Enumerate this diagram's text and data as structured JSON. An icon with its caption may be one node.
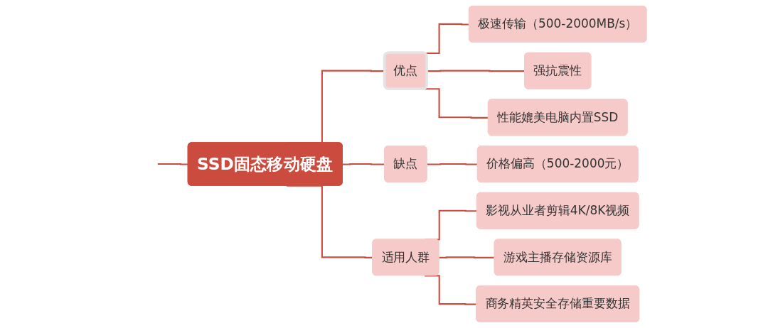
{
  "diagram": {
    "nodes": [
      {
        "text": [
          "SSD固态移动硬盘"
        ]
      },
      {
        "text": [
          "优点"
        ]
      },
      {
        "text": [
          "极速传输（500-2000MB/s）"
        ]
      },
      {
        "text": [
          "强抗震性"
        ]
      },
      {
        "text": [
          "性能媲美电脑内置SSD"
        ]
      },
      {
        "text": [
          "缺点"
        ]
      },
      {
        "text": [
          "价格偏高（500-2000元）"
        ]
      },
      {
        "text": [
          "适用人群"
        ]
      },
      {
        "text": [
          "影视从业者剪辑4K/8K视频"
        ]
      },
      {
        "text": [
          "游戏主播存储资源库"
        ]
      },
      {
        "text": [
          "商务精英安全存储重要数据"
        ]
      }
    ],
    "edges": [
      {
        "from": null,
        "to": 0,
        "arrow": "none"
      },
      {
        "from": 0,
        "to": 1,
        "arrow": "none"
      },
      {
        "from": 1,
        "to": 2,
        "arrow": "none"
      },
      {
        "from": 1,
        "to": 3,
        "arrow": "none"
      },
      {
        "from": 1,
        "to": 4,
        "arrow": "none"
      },
      {
        "from": 0,
        "to": 5,
        "arrow": "none"
      },
      {
        "from": 5,
        "to": 6,
        "arrow": "none"
      },
      {
        "from": 0,
        "to": 7,
        "arrow": "none"
      },
      {
        "from": 7,
        "to": 8,
        "arrow": "none"
      },
      {
        "from": 7,
        "to": 9,
        "arrow": "none"
      },
      {
        "from": 7,
        "to": 10,
        "arrow": "none"
      }
    ]
  }
}
